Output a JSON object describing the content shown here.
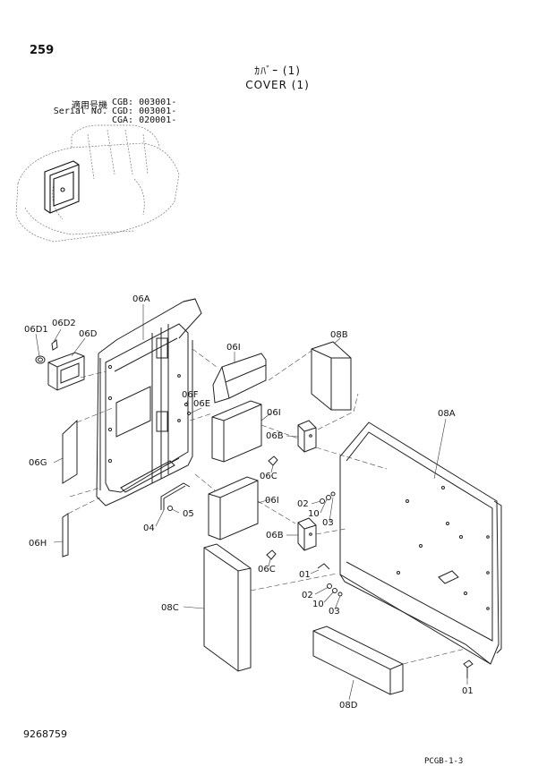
{
  "page_number": "259",
  "title": {
    "japanese": "ｶﾊﾞｰ (1)",
    "english": "COVER (1)"
  },
  "applicability": {
    "label_jp": "適用号機",
    "label_en": "Serial No.",
    "rows": [
      "CGB: 003001-",
      "CGD: 003001-",
      "CGA: 020001-"
    ]
  },
  "callouts": {
    "p06A": "06A",
    "p06D1": "06D1",
    "p06D2": "06D2",
    "p06D": "06D",
    "p06I_a": "06I",
    "p06F": "06F",
    "p06E": "06E",
    "p06I_b": "06I",
    "p06G": "06G",
    "p06B_a": "06B",
    "p06C_a": "06C",
    "p08B": "08B",
    "p08A": "08A",
    "p02_a": "02",
    "p10_a": "10",
    "p03_a": "03",
    "p06I_c": "06I",
    "p04": "04",
    "p05": "05",
    "p06H": "06H",
    "p06B_b": "06B",
    "p06C_b": "06C",
    "p01_a": "01",
    "p02_b": "02",
    "p10_b": "10",
    "p03_b": "03",
    "p08C": "08C",
    "p08D": "08D",
    "p01_b": "01"
  },
  "doc_id": "9268759",
  "page_code": "PCGB-1-3"
}
